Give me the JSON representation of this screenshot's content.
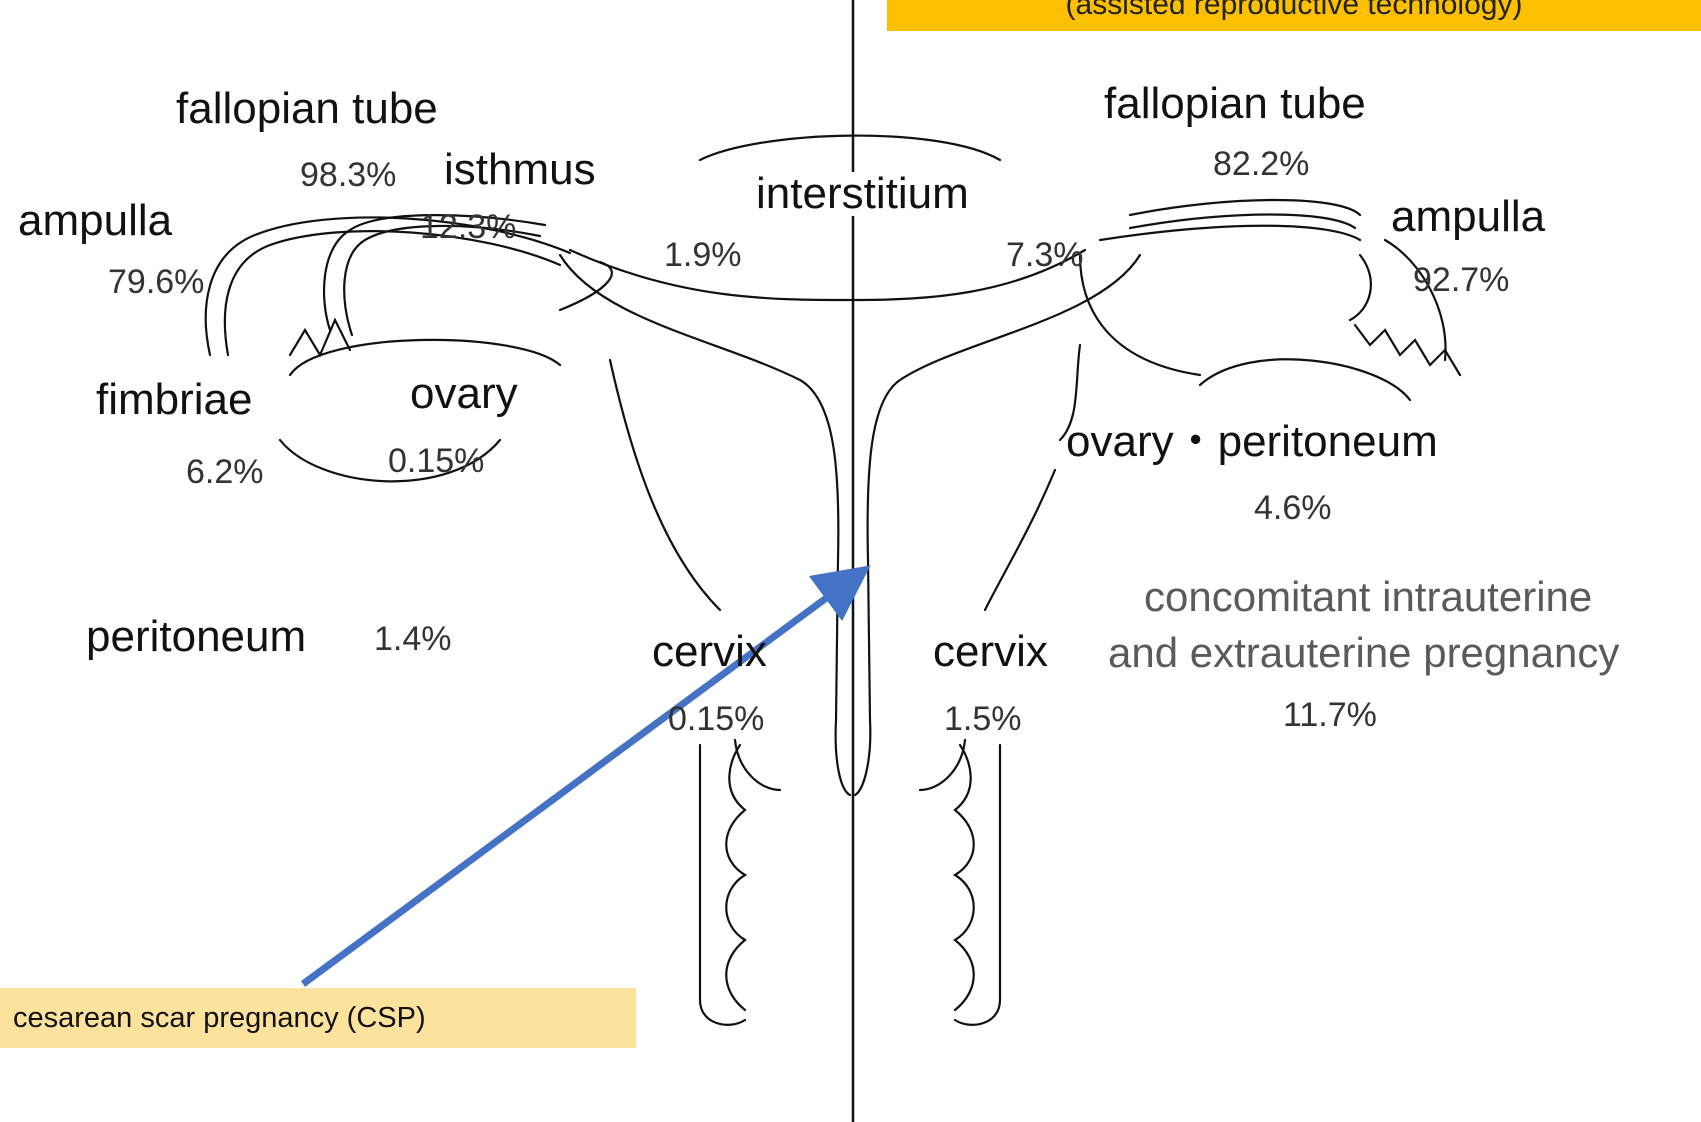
{
  "header_box": {
    "text": "(assisted reproductive technology)",
    "color": "#fdc000"
  },
  "left": {
    "fallopian_tube": {
      "label": "fallopian tube",
      "pct": "98.3%"
    },
    "isthmus": {
      "label": "isthmus",
      "pct": "12.3%"
    },
    "ampulla": {
      "label": "ampulla",
      "pct": "79.6%"
    },
    "interstitium_pct": "1.9%",
    "fimbriae": {
      "label": "fimbriae",
      "pct": "6.2%"
    },
    "ovary": {
      "label": "ovary",
      "pct": "0.15%"
    },
    "peritoneum": {
      "label": "peritoneum",
      "pct": "1.4%"
    },
    "cervix": {
      "label": "cervix",
      "pct": "0.15%"
    }
  },
  "center": {
    "interstitium": {
      "label": "interstitium"
    }
  },
  "right": {
    "fallopian_tube": {
      "label": "fallopian tube",
      "pct": "82.2%"
    },
    "ampulla": {
      "label": "ampulla",
      "pct": "92.7%"
    },
    "interstitium_pct": "7.3%",
    "ovary_peritoneum": {
      "label": "ovary・peritoneum",
      "pct": "4.6%"
    },
    "cervix": {
      "label": "cervix",
      "pct": "1.5%"
    },
    "concomitant": {
      "line1": "concomitant intrauterine",
      "line2": "and extrauterine pregnancy",
      "pct": "11.7%"
    }
  },
  "csp_callout": {
    "text": "cesarean scar pregnancy (CSP)",
    "box_color": "#fbe39e",
    "arrow_color": "#4472c4"
  }
}
